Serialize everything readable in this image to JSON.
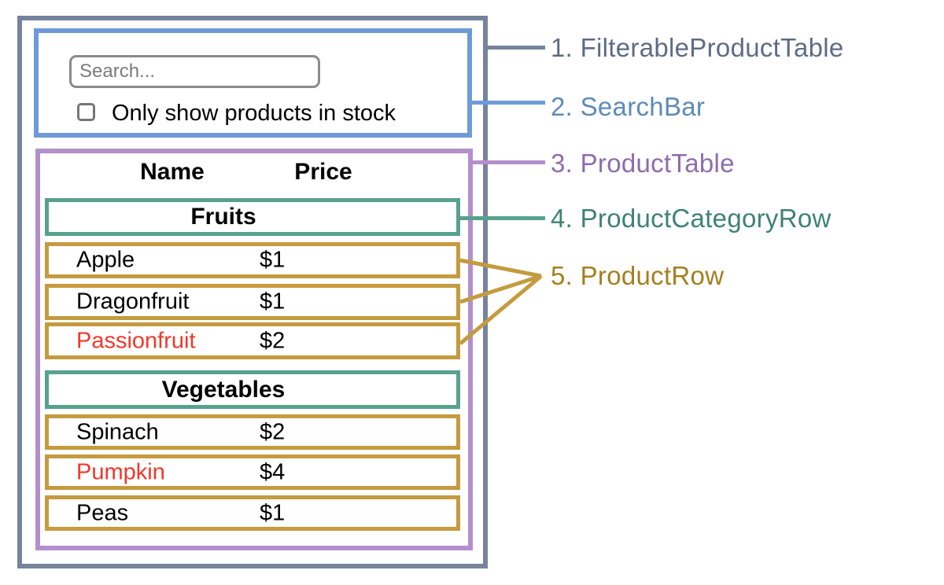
{
  "components": {
    "filterable_product_table": {
      "label": "1. FilterableProductTable",
      "text_color": "#5e6b85",
      "border_color": "#76839e"
    },
    "search_bar": {
      "label": "2. SearchBar",
      "text_color": "#5e8ab8",
      "border_color": "#6f9ad8"
    },
    "product_table": {
      "label": "3. ProductTable",
      "text_color": "#8e6cab",
      "border_color": "#b48fcb"
    },
    "product_category_row": {
      "label": "4. ProductCategoryRow",
      "text_color": "#3f8274",
      "border_color": "#57a18f"
    },
    "product_row": {
      "label": "5. ProductRow",
      "text_color": "#a3801f",
      "border_color": "#c49b3e"
    }
  },
  "search": {
    "placeholder": "Search...",
    "checkbox_label": "Only show products in stock",
    "checkbox_checked": false
  },
  "table": {
    "headers": {
      "name": "Name",
      "price": "Price"
    },
    "out_of_stock_color": "#f2372b",
    "categories": [
      {
        "name": "Fruits",
        "products": [
          {
            "name": "Apple",
            "price": "$1",
            "color": "#000000"
          },
          {
            "name": "Dragonfruit",
            "price": "$1",
            "color": "#000000"
          },
          {
            "name": "Passionfruit",
            "price": "$2",
            "color": "#f2372b"
          }
        ]
      },
      {
        "name": "Vegetables",
        "products": [
          {
            "name": "Spinach",
            "price": "$2",
            "color": "#000000"
          },
          {
            "name": "Pumpkin",
            "price": "$4",
            "color": "#f2372b"
          },
          {
            "name": "Peas",
            "price": "$1",
            "color": "#000000"
          }
        ]
      }
    ]
  }
}
